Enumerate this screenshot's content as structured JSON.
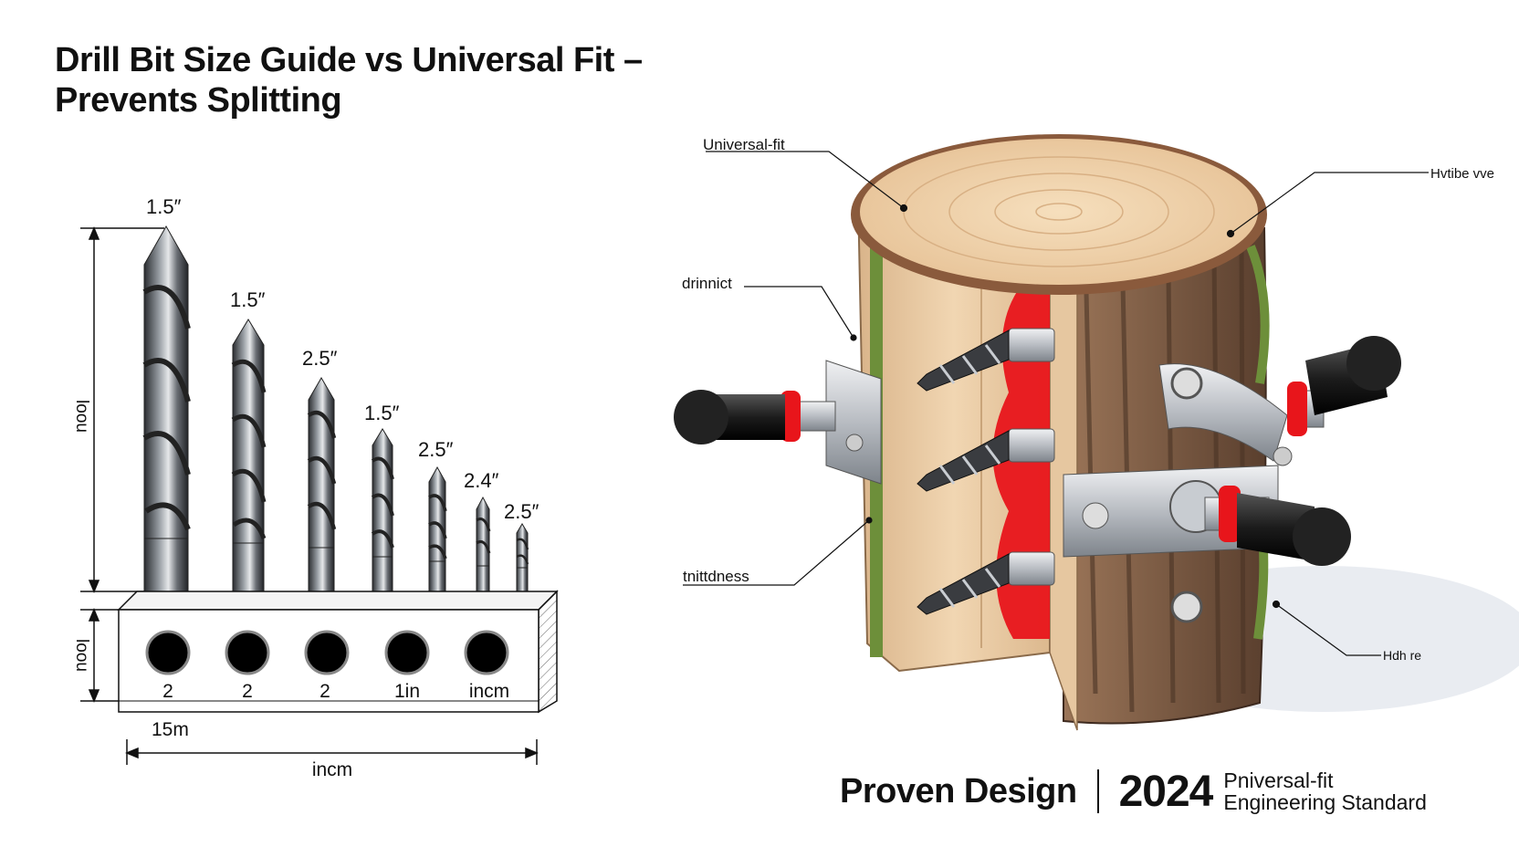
{
  "title": {
    "line1": "Drill Bit Size Guide vs Universal Fit –",
    "line2": "Prevents Splitting"
  },
  "guide": {
    "bit_labels": [
      "1.5″",
      "1.5″",
      "2.5″",
      "1.5″",
      "2.5″",
      "2.4″",
      "2.5″"
    ],
    "hole_labels": [
      "2",
      "2",
      "2",
      "1in",
      "incm"
    ],
    "height_label_upper": "loou",
    "height_label_lower": "loou",
    "block_label": "15m",
    "width_label": "incm"
  },
  "callouts": {
    "top_left": "Universal-fit",
    "top_right": "Hvtibe vve",
    "mid_left": "drinnict",
    "low_left": "tnittdness",
    "low_right": "Hdh re"
  },
  "footer": {
    "brand": "Proven Design",
    "year": "2024",
    "standard_line1": "Pniversal-fit",
    "standard_line2": "Engineering Standard"
  },
  "colors": {
    "accent_red": "#e8151b",
    "steel": "#5b5e63",
    "wood": "#e9c9a0",
    "bark": "#7a5a43",
    "moss": "#6d8f3a"
  }
}
